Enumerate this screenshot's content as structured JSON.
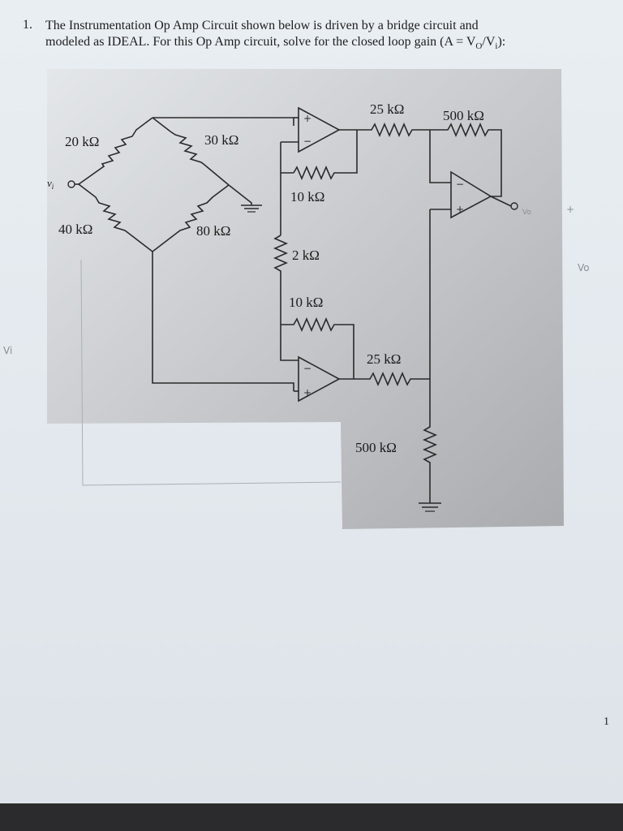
{
  "question": {
    "number": "1.",
    "text_line1": "The Instrumentation Op Amp Circuit shown below is driven by a bridge circuit and",
    "text_line2": "modeled as IDEAL. For this Op Amp circuit, solve for the closed loop gain (A = V",
    "text_vo_sub": "O",
    "text_mid": "/V",
    "text_vi_sub": "i",
    "text_end": "):"
  },
  "circuit": {
    "labels": {
      "r_bridge_tl": "20 kΩ",
      "r_bridge_tr": "30 kΩ",
      "r_bridge_bl": "40 kΩ",
      "r_bridge_br": "80 kΩ",
      "r_in_top": "25 kΩ",
      "r_fb_top": "500 kΩ",
      "r_fb_a1": "10 kΩ",
      "r_gain": "2 kΩ",
      "r_fb_a2": "10 kΩ",
      "r_in_bot": "25 kΩ",
      "r_gnd_bot": "500 kΩ",
      "vi": "v",
      "vi_sub": "i",
      "plus": "+",
      "minus": "−"
    },
    "colors": {
      "figure_background": "#bdbfc2",
      "line": "#2a2a2a",
      "paper": "#e6ebef"
    }
  },
  "annotations": {
    "vi": "Vi",
    "vo": "Vo",
    "vo_near_output": "Vo",
    "plus_right": "+"
  },
  "page_number": "1"
}
